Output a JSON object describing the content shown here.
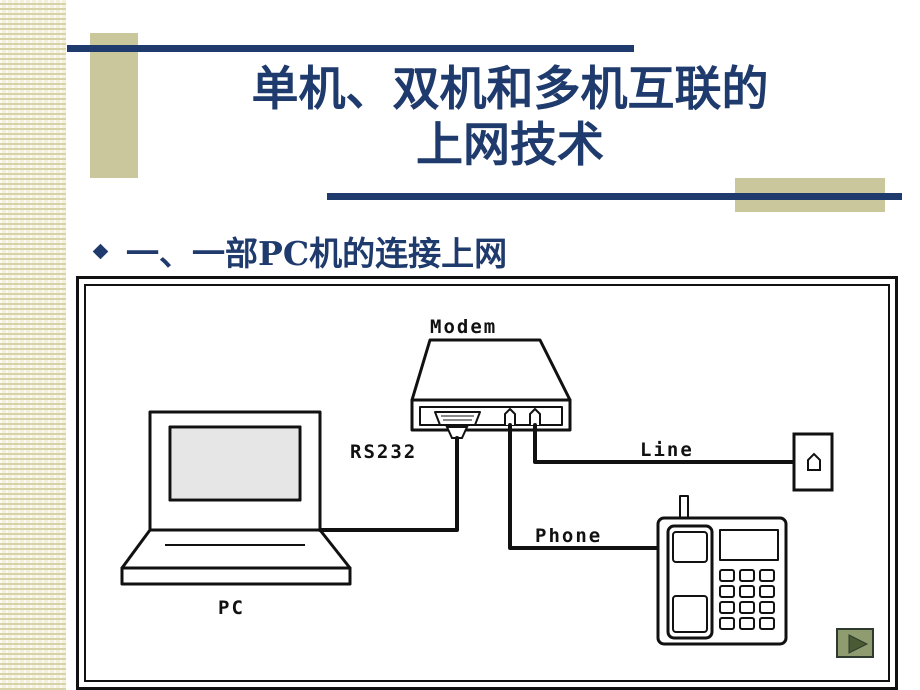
{
  "slide": {
    "title_line1": "单机、双机和多机互联的",
    "title_line2": "上网技术",
    "bullet": "一、一部PC机的连接上网"
  },
  "diagram": {
    "modem_label": "Modem",
    "rs232_label": "RS232",
    "line_label": "Line",
    "phone_label": "Phone",
    "pc_label": "PC"
  },
  "icons": {
    "bullet": "diamond-bullet-icon",
    "next": "play-next-icon"
  },
  "colors": {
    "title": "#1f3a6c",
    "accent_olive": "#c9c79b"
  }
}
